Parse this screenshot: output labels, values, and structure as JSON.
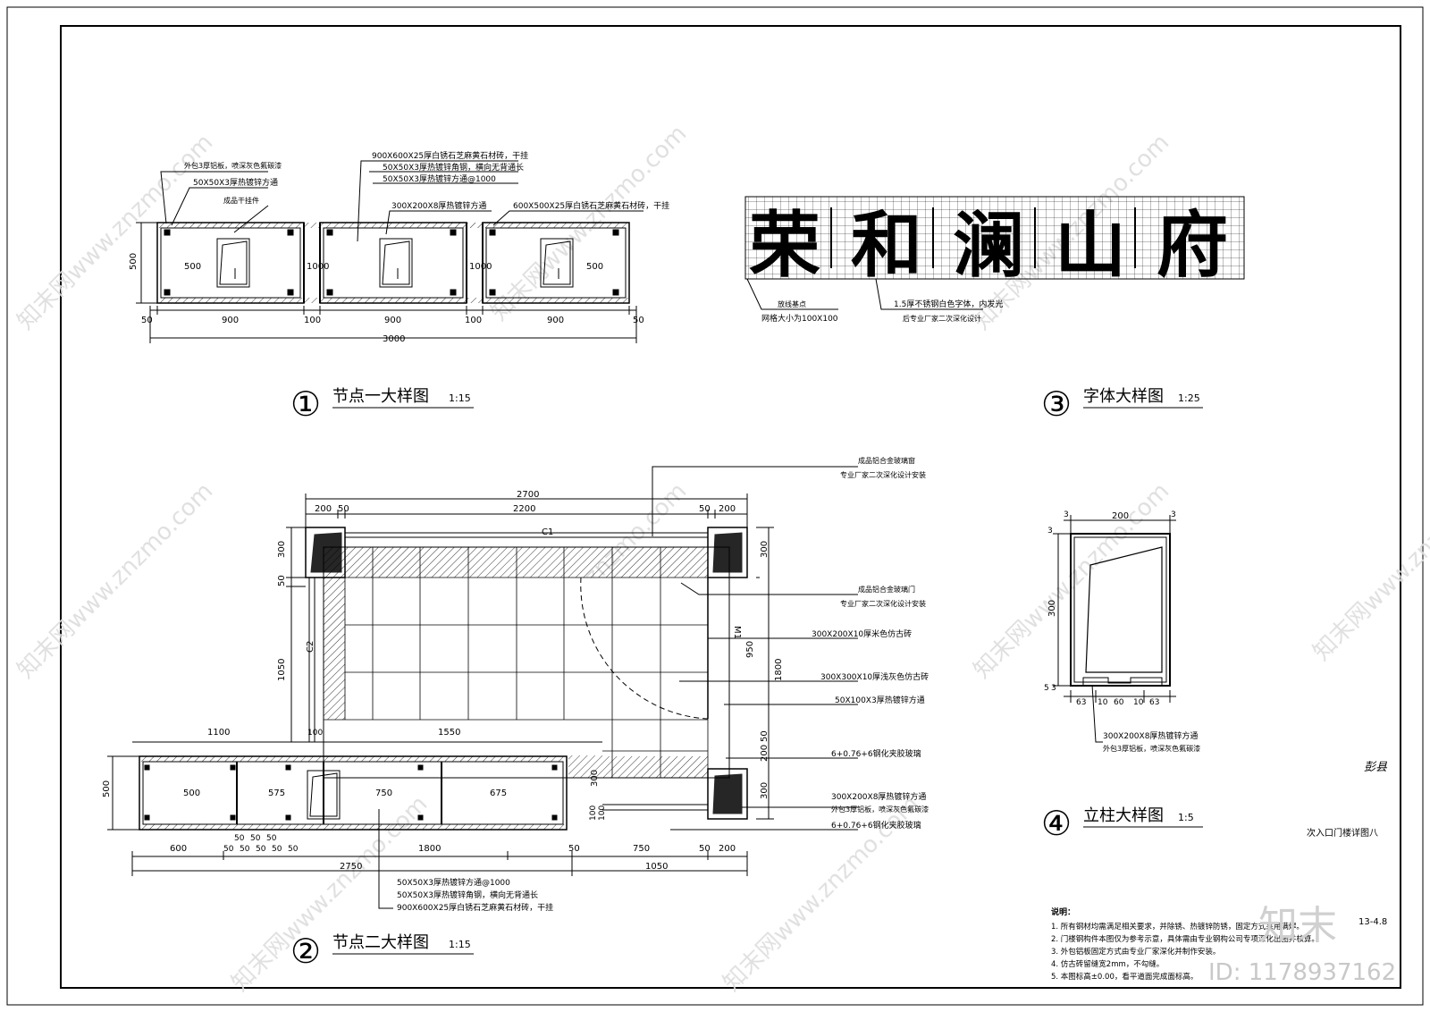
{
  "sheet": {
    "sheet_name": "次入口门楼详图八",
    "sheet_number": "13-4.8",
    "signature": "彭县",
    "watermark_text": "知末网www.znzmo.com",
    "brand_logo": "知末",
    "image_id": "ID: 1178937162"
  },
  "detail1": {
    "number": "①",
    "title": "节点一大样图",
    "scale": "1:15",
    "annotations": [
      "外包3厚铝板，喷深灰色氟碳漆",
      "50X50X3厚热镀锌方通",
      "成品干挂件",
      "900X600X25厚白锈石芝麻黄石材砖，干挂",
      "50X50X3厚热镀锌角钢，横向无背通长",
      "50X50X3厚热镀锌方通@1000",
      "300X200X8厚热镀锌方通",
      "600X500X25厚白锈石芝麻黄石材砖，干挂"
    ],
    "dims_top": [
      "50",
      "900",
      "100",
      "900",
      "100",
      "900",
      "50"
    ],
    "dim_total": "3000",
    "dim_height": "500",
    "inner": [
      "500",
      "1000",
      "1000",
      "500"
    ]
  },
  "detail2": {
    "number": "②",
    "title": "节点二大样图",
    "scale": "1:15",
    "dims_top_total": "2700",
    "dims_top": [
      "200",
      "50",
      "2200",
      "50",
      "200"
    ],
    "dims_left": [
      "300",
      "50",
      "1050"
    ],
    "dims_right": [
      "300",
      "950",
      "1800",
      "50",
      "200",
      "300"
    ],
    "dim_1100": "1100",
    "dim_1550": "1550",
    "low_dims": [
      "500",
      "575",
      "750",
      "675"
    ],
    "low_height": "500",
    "small_50s": [
      "50",
      "50",
      "50"
    ],
    "small_50s_row": [
      "50",
      "50",
      "50",
      "50",
      "50"
    ],
    "bottom_dims": [
      "600",
      "1800",
      "50",
      "750",
      "50",
      "200"
    ],
    "bottom_totals": [
      "2750",
      "1050"
    ],
    "dim_300_mid": "300",
    "dim_100": "100",
    "dim_100_low": "100",
    "dim_100b": "100",
    "labels_c": [
      "C1",
      "C2",
      "M1"
    ],
    "callouts_right": [
      "成品铝合金玻璃窗",
      "专业厂家二次深化设计安装",
      "成品铝合金玻璃门",
      "专业厂家二次深化设计安装",
      "300X200X10厚米色仿古砖",
      "300X300X10厚浅灰色仿古砖",
      "50X100X3厚热镀锌方通",
      "6+0.76+6钢化夹胶玻璃",
      "300X200X8厚热镀锌方通",
      "外包3厚铝板，喷深灰色氟碳漆",
      "6+0.76+6钢化夹胶玻璃"
    ],
    "callouts_bottom": [
      "50X50X3厚热镀锌方通@1000",
      "50X50X3厚热镀锌角钢，横向无背通长",
      "900X600X25厚白锈石芝麻黄石材砖，干挂"
    ]
  },
  "detail3": {
    "number": "③",
    "title": "字体大样图",
    "scale": "1:25",
    "characters": [
      "荣",
      "和",
      "澜",
      "山",
      "府"
    ],
    "callouts": [
      "放线基点",
      "网格大小为100X100",
      "1.5厚不锈钢白色字体，内发光",
      "后专业厂家二次深化设计"
    ]
  },
  "detail4": {
    "number": "④",
    "title": "立柱大样图",
    "scale": "1:5",
    "dims_top": [
      "3",
      "200",
      "3"
    ],
    "dims_left": [
      "3",
      "300",
      "5",
      "3"
    ],
    "dims_bottom": [
      "63",
      "10",
      "60",
      "10",
      "63"
    ],
    "callouts": [
      "300X200X8厚热镀锌方通",
      "外包3厚铝板，喷深灰色氟碳漆"
    ]
  },
  "notes": {
    "heading": "说明：",
    "items": [
      "1.  所有钢材均需满足相关要求，并除锈、热镀锌防锈，固定方式采用满焊。",
      "2.  门楼钢构件本图仅为参考示意，具体需由专业钢构公司专项深化出图并核算。",
      "3.  外包铝板固定方式由专业厂家深化并制作安装。",
      "4.  仿古砖留缝宽2mm，不勾缝。",
      "5.  本图标高±0.00，看平道面完成面标高。"
    ]
  }
}
